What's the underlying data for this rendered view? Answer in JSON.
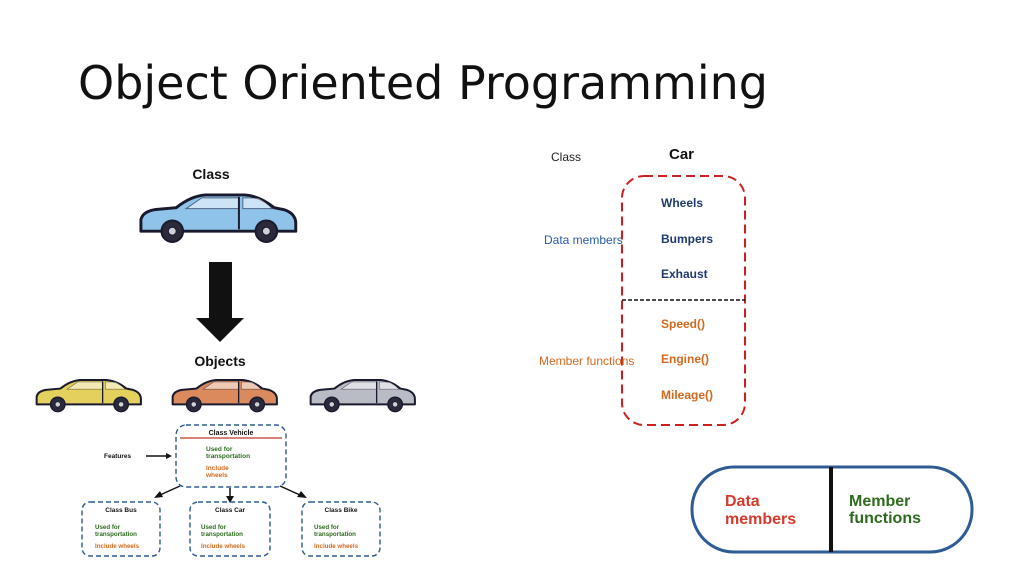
{
  "slide": {
    "title": "Object Oriented Programming"
  },
  "left_figure": {
    "class_label": "Class",
    "objects_label": "Objects",
    "colors": {
      "blue_car": "#8fc3ea",
      "yellow_car": "#e4d05c",
      "orange_car": "#db8a5e",
      "gray_car": "#b9bcc4",
      "outline": "#1a1a2e",
      "dashed_border": "#2f5b95",
      "green_text": "#2e6b1f",
      "orange_text": "#d2691e",
      "red_line": "#c0392b"
    },
    "vehicle_box": {
      "title": "Class Vehicle",
      "line1": "Used for",
      "line2": "transportation",
      "line3": "Include",
      "line4": "wheels"
    },
    "features_label": "Features",
    "sub_boxes": [
      {
        "title": "Class Bus",
        "line1": "Used for",
        "line2": "transportation",
        "line3": "Include wheels"
      },
      {
        "title": "Class Car",
        "line1": "Used for",
        "line2": "transportation",
        "line3": "Include wheels"
      },
      {
        "title": "Class Bike",
        "line1": "Used for",
        "line2": "transportation",
        "line3": "Include wheels"
      }
    ]
  },
  "right_figure": {
    "class_label": "Class",
    "class_name": "Car",
    "data_members_label": "Data members",
    "member_functions_label": "Member functions",
    "data_members": [
      "Wheels",
      "Bumpers",
      "Exhaust"
    ],
    "member_functions": [
      "Speed()",
      "Engine()",
      "Mileage()"
    ],
    "colors": {
      "navy": "#1f3a6e",
      "orange": "#d2691e",
      "red_dash": "#cc1f1f",
      "label_blue": "#2a5aa8",
      "label_orange": "#d2691e"
    }
  },
  "capsule": {
    "left_label_line1": "Data",
    "left_label_line2": "members",
    "right_label_line1": "Member",
    "right_label_line2": "functions",
    "colors": {
      "border": "#2f5b95",
      "left_text": "#d63a2b",
      "right_text": "#2e6b1f",
      "divider": "#111111"
    }
  }
}
